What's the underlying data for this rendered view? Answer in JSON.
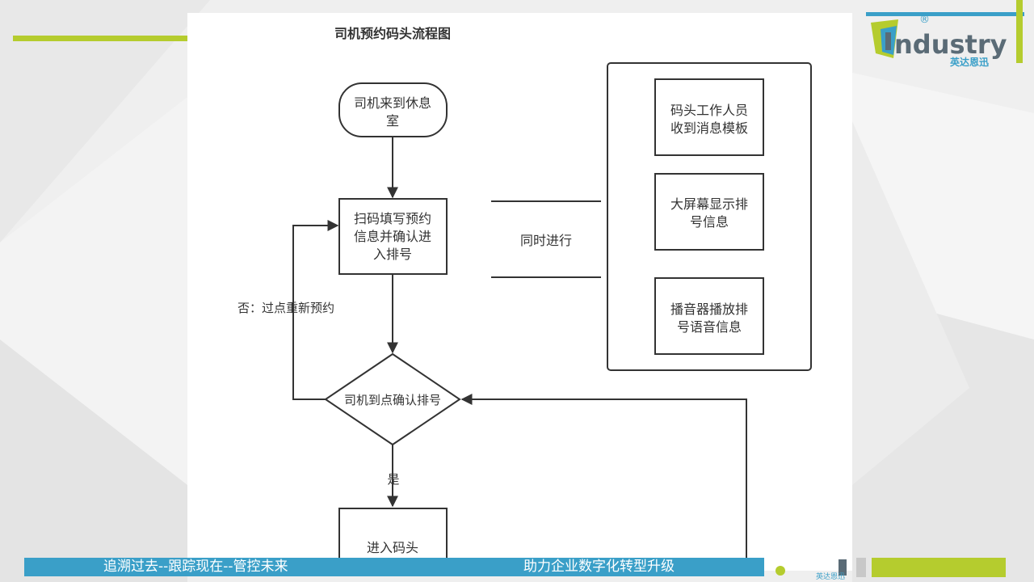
{
  "diagram": {
    "title": "司机预约码头流程图",
    "nodes": {
      "start": [
        "司机来到休息",
        "室"
      ],
      "scan": [
        "扫码填写预约",
        "信息并确认进",
        "入排号"
      ],
      "decision": "司机到点确认排号",
      "enter": "进入码头",
      "worker": [
        "码头工作人员",
        "收到消息模板"
      ],
      "screen": [
        "大屏幕显示排",
        "号信息"
      ],
      "speaker": [
        "播音器播放排",
        "号语音信息"
      ]
    },
    "labels": {
      "parallel": "同时进行",
      "no": "否：过点重新预约",
      "yes": "是"
    }
  },
  "footer": {
    "left": "追溯过去--跟踪现在--管控未来",
    "right": "助力企业数字化转型升级"
  },
  "brand": {
    "word": "ndustry",
    "sub": "英达恩迅",
    "reg": "®",
    "colors": {
      "blue": "#3a9fc8",
      "green": "#b5cc2e",
      "gray": "#5a6b76"
    }
  }
}
